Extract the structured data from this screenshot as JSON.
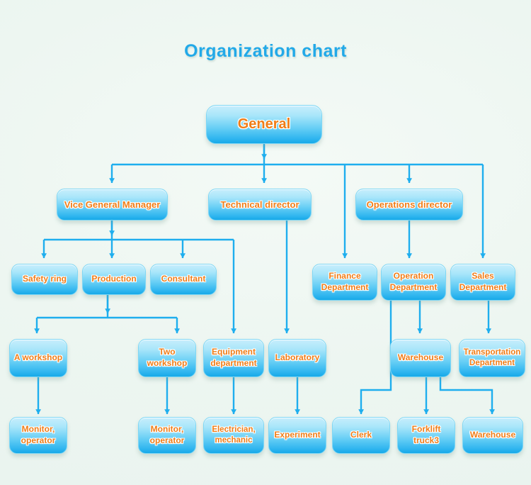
{
  "page": {
    "title": "Organization chart",
    "background_color": "#eff7f2",
    "title_color": "#22a9e8",
    "node_text_color": "#f07d18",
    "node_fill_top": "#c7eefc",
    "node_fill_bottom": "#17a9e8",
    "connector_color": "#1eaeee"
  },
  "nodes": {
    "general": "General",
    "vice_general_manager": "Vice General Manager",
    "technical_director": "Technical director",
    "operations_director": "Operations director",
    "safety_ring": "Safety ring",
    "production": "Production",
    "consultant": "Consultant",
    "finance_department": "Finance\nDepartment",
    "operation_department": "Operation\nDepartment",
    "sales_department": "Sales\nDepartment",
    "a_workshop": "A workshop",
    "two_workshop": "Two\nworkshop",
    "equipment_department": "Equipment\ndepartment",
    "laboratory": "Laboratory",
    "warehouse_mid": "Warehouse",
    "transportation_department": "Transportation\nDepartment",
    "monitor_operator_a": "Monitor,\noperator",
    "monitor_operator_b": "Monitor,\noperator",
    "electrician_mechanic": "Electrician,\nmechanic",
    "experiment": "Experiment",
    "clerk": "Clerk",
    "forklift_truck3": "Forklift\ntruck3",
    "warehouse_bottom": "Warehouse"
  }
}
